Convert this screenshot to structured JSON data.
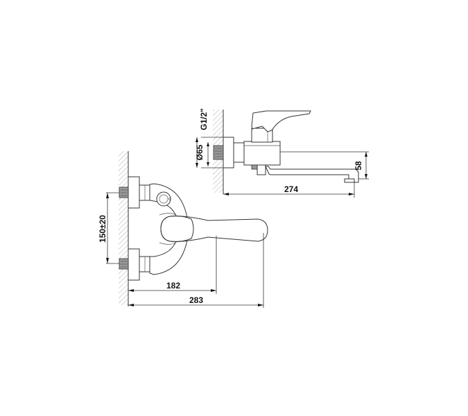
{
  "diagram": {
    "type": "technical-drawing",
    "subject": "wall-mounted single-lever mixer faucet",
    "views": [
      {
        "name": "side-view",
        "dimensions": {
          "length": "274",
          "height": "58",
          "flange_diameter": "Ø65",
          "thread": "G1/2\""
        }
      },
      {
        "name": "top-view",
        "dimensions": {
          "inlet_spacing": "150±20",
          "body_depth": "182",
          "total_depth": "283"
        }
      }
    ],
    "colors": {
      "line": "#333333",
      "thread_fill": "#999999",
      "background": "#ffffff"
    }
  }
}
